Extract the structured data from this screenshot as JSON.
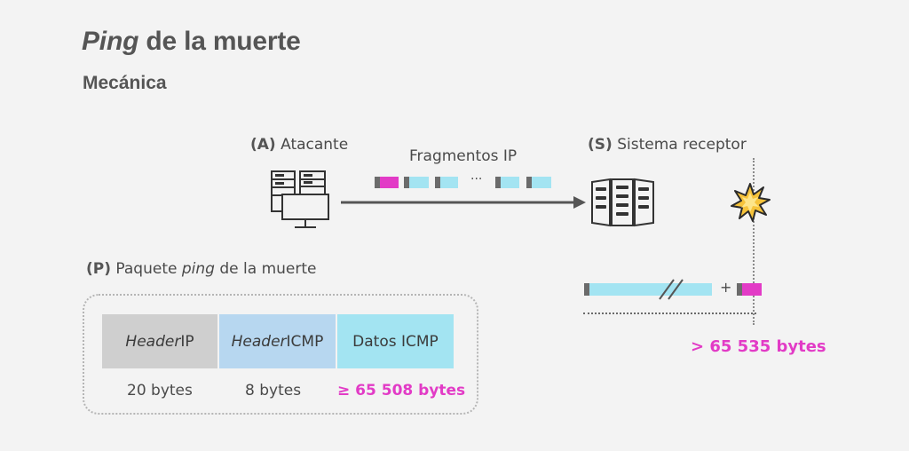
{
  "title": {
    "italic": "Ping",
    "rest": " de la muerte"
  },
  "subtitle": "Mecánica",
  "attacker": {
    "tag": "(A)",
    "label": "Atacante",
    "icon": "computer-server-icon"
  },
  "fragments_label": "Fragmentos IP",
  "ellipsis": "···",
  "receiver": {
    "tag": "(S)",
    "label": "Sistema receptor",
    "icon": "server-rack-icon"
  },
  "crash_icon": "explosion-icon",
  "reassembly": {
    "plus": "+",
    "total": "> 65 535 bytes"
  },
  "packet": {
    "tag": "(P)",
    "label_pre": "Paquete ",
    "label_italic": "ping",
    "label_post": " de la muerte",
    "cells": [
      {
        "italic": "Header",
        "text": " IP",
        "size": "20 bytes",
        "color": "#cfcfcf"
      },
      {
        "italic": "Header",
        "text": " ICMP",
        "size": "8 bytes",
        "color": "#b7d7f0"
      },
      {
        "italic": "",
        "text": "Datos ICMP",
        "size": "≥ 65 508 bytes",
        "color": "#a3e4f2"
      }
    ]
  },
  "colors": {
    "magenta": "#e23bc6",
    "cyan": "#a3e4f2",
    "dark": "#6b6b6b"
  }
}
